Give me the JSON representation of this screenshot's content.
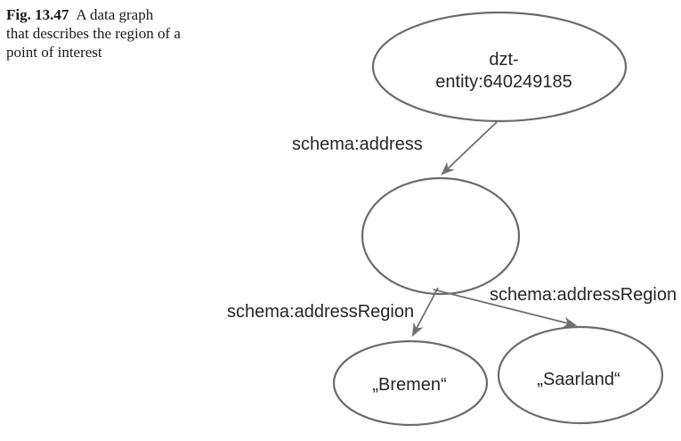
{
  "caption": {
    "label": "Fig. 13.47",
    "line1_rest": "A data graph",
    "line2": "that describes the region of a",
    "line3": "point of interest"
  },
  "graph": {
    "nodes": {
      "entity": {
        "line1": "dzt-",
        "line2": "entity:640249185"
      },
      "blank": {
        "label": ""
      },
      "bremen": {
        "label": "„Bremen“"
      },
      "saarland": {
        "label": "„Saarland“"
      }
    },
    "edges": {
      "address": {
        "label": "schema:address"
      },
      "region_left": {
        "label": "schema:addressRegion"
      },
      "region_right": {
        "label": "schema:addressRegion"
      }
    }
  },
  "colors": {
    "node_stroke": "#6b6b6b",
    "edge_stroke": "#6f6f6f",
    "label_text": "#262626",
    "caption_text": "#1a1a1a",
    "background": "#ffffff"
  }
}
